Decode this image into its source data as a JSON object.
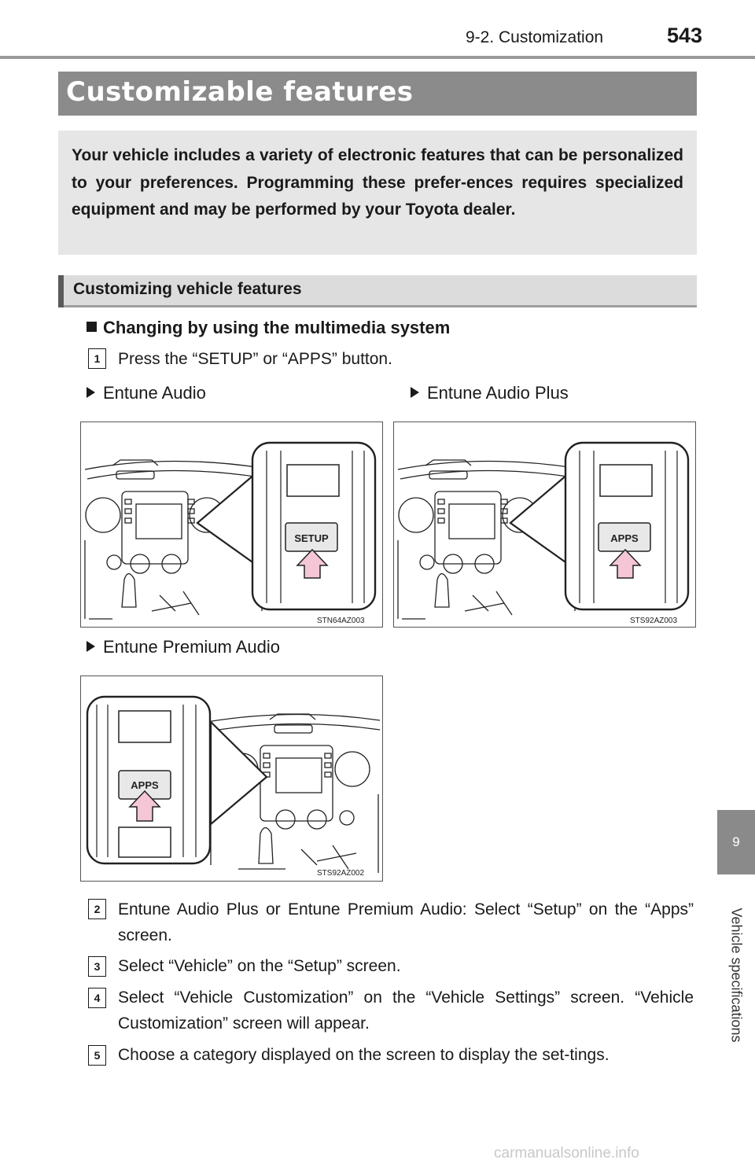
{
  "header": {
    "section": "9-2. Customization",
    "page_number": "543"
  },
  "side_tab": {
    "chapter": "9",
    "label": "Vehicle specifications"
  },
  "title": "Customizable features",
  "intro": "Your vehicle includes a variety of electronic features that can be personalized to your preferences. Programming these prefer-ences requires specialized equipment and may be performed by your Toyota dealer.",
  "subsection": "Customizing vehicle features",
  "heading": "Changing by using the multimedia system",
  "steps": [
    {
      "num": "1",
      "text": "Press the “SETUP” or “APPS” button."
    },
    {
      "num": "2",
      "text": "Entune Audio Plus or Entune Premium Audio: Select “Setup” on the “Apps” screen."
    },
    {
      "num": "3",
      "text": "Select “Vehicle” on the “Setup” screen."
    },
    {
      "num": "4",
      "text": "Select “Vehicle Customization” on the “Vehicle Settings” screen. “Vehicle Customization” screen will appear."
    },
    {
      "num": "5",
      "text": "Choose a category displayed on the screen to display the set-tings."
    }
  ],
  "figures": [
    {
      "caption": "Entune Audio",
      "button_label": "SETUP",
      "code": "STN64AZ003"
    },
    {
      "caption": "Entune Audio Plus",
      "button_label": "APPS",
      "code": "STS92AZ003"
    },
    {
      "caption": "Entune Premium Audio",
      "button_label": "APPS",
      "code": "STS92AZ002"
    }
  ],
  "watermark": "carmanualsonline.info",
  "colors": {
    "title_bar": "#8b8b8b",
    "intro_box": "#e6e6e6",
    "arrow_fill": "#f4c6d6"
  }
}
